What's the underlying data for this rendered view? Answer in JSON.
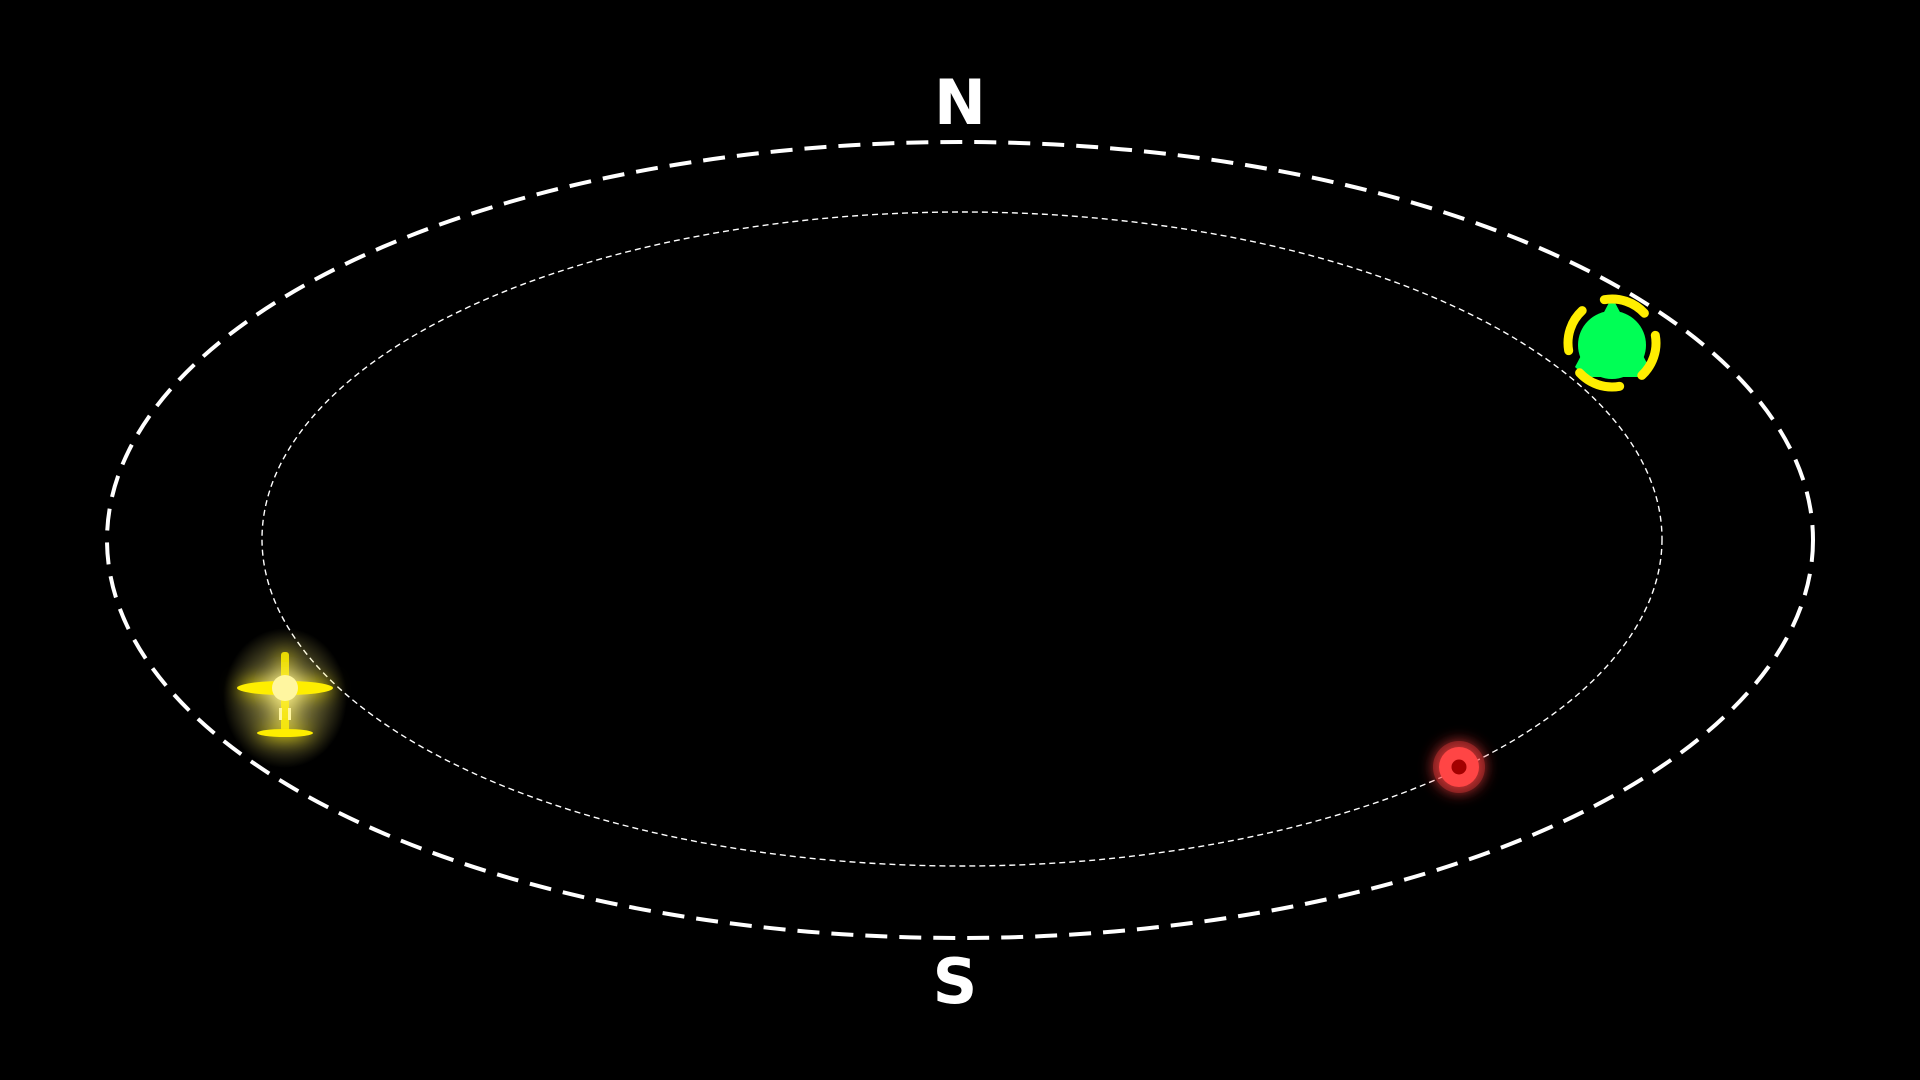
{
  "compass": {
    "north": "N",
    "south": "S"
  },
  "colors": {
    "background": "#000000",
    "orbit": "#ffffff",
    "player_ship": "#ffee00",
    "player_ship_glow": "#fff27a",
    "enemy": "#ff3b3b",
    "enemy_core": "#a30000",
    "target_fill": "#00ff55",
    "target_ring": "#ffee00"
  },
  "objects": [
    {
      "name": "player-ship-icon",
      "kind": "yellow satellite ship"
    },
    {
      "name": "target-planet-icon",
      "kind": "green planet with yellow dashed target ring"
    },
    {
      "name": "enemy-orb-icon",
      "kind": "red glowing orb"
    }
  ]
}
